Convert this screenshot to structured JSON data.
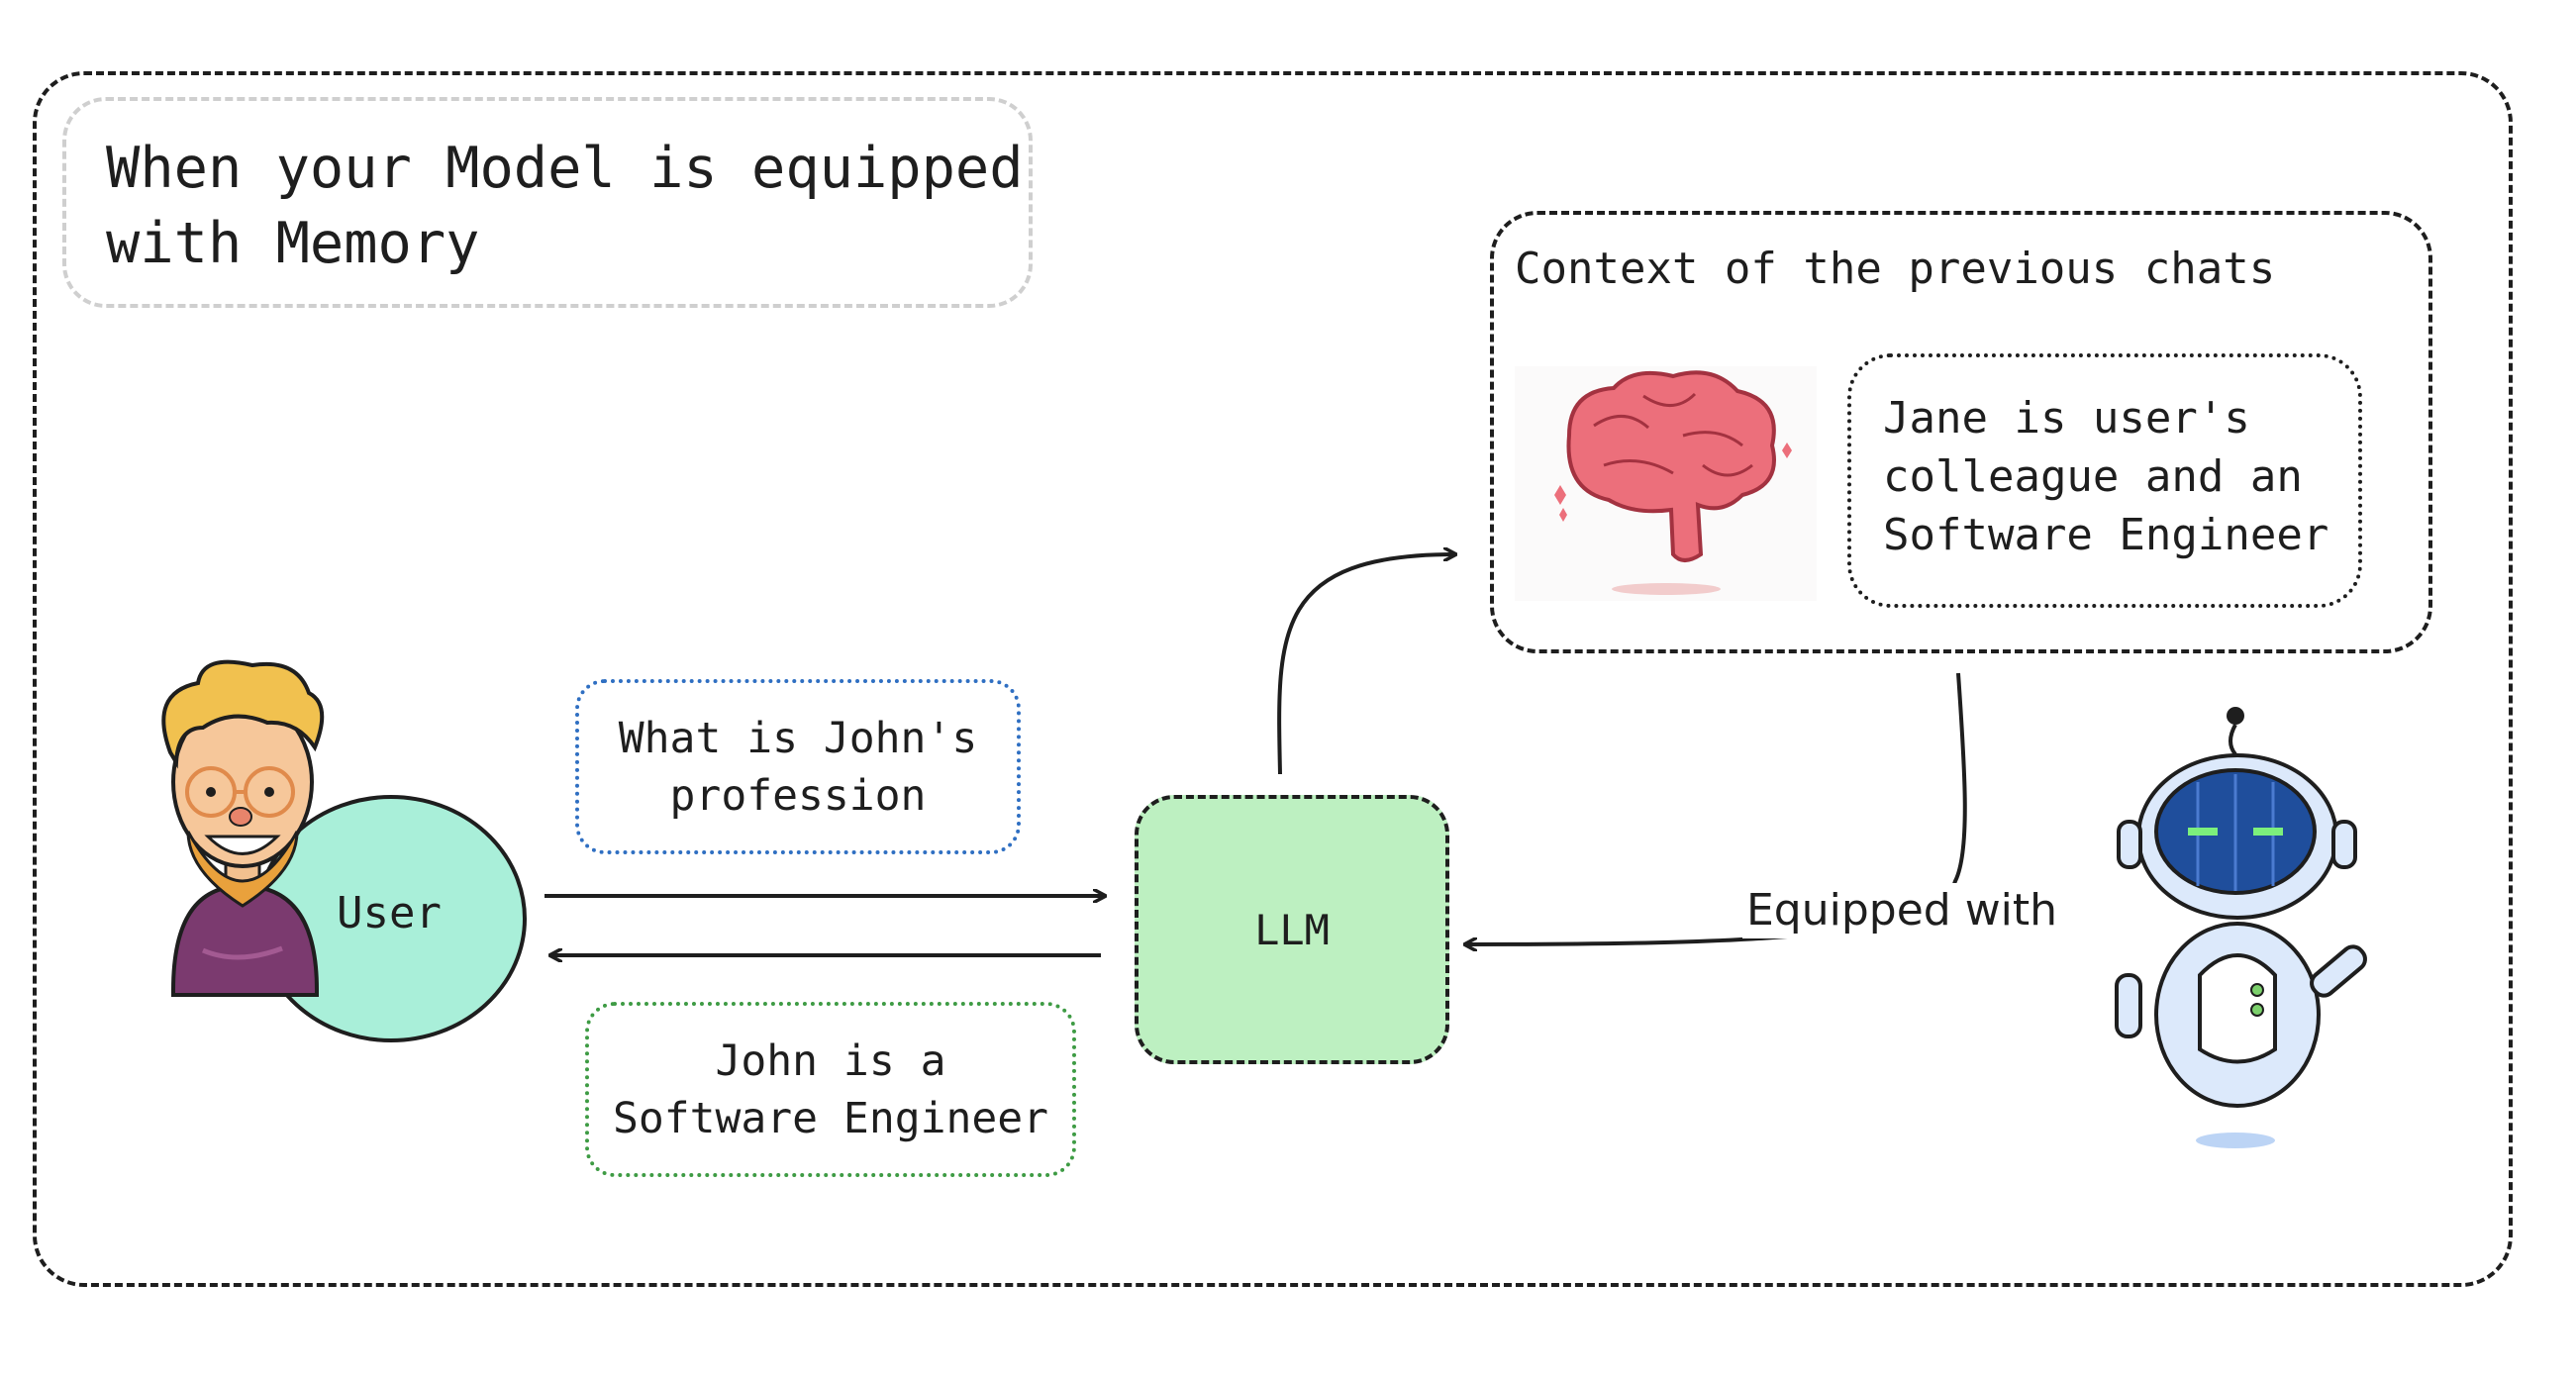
{
  "title": "When your Model is equipped\nwith Memory",
  "context": {
    "title": "Context of the previous chats",
    "memory_note": "Jane is user's\ncolleague and an\nSoftware Engineer"
  },
  "user": {
    "label": "User"
  },
  "question": "What is John's\nprofession",
  "answer": "John is a\nSoftware Engineer",
  "llm": {
    "label": "LLM"
  },
  "edge_label": "Equipped with",
  "icons": {
    "user": "user-avatar-icon",
    "brain": "brain-icon",
    "robot": "robot-icon"
  },
  "colors": {
    "user_circle": "#a9efd9",
    "llm_fill": "#bdf0c1",
    "question_border": "#2f6fc2",
    "answer_border": "#3e9b44",
    "stroke": "#1e1e1e"
  }
}
